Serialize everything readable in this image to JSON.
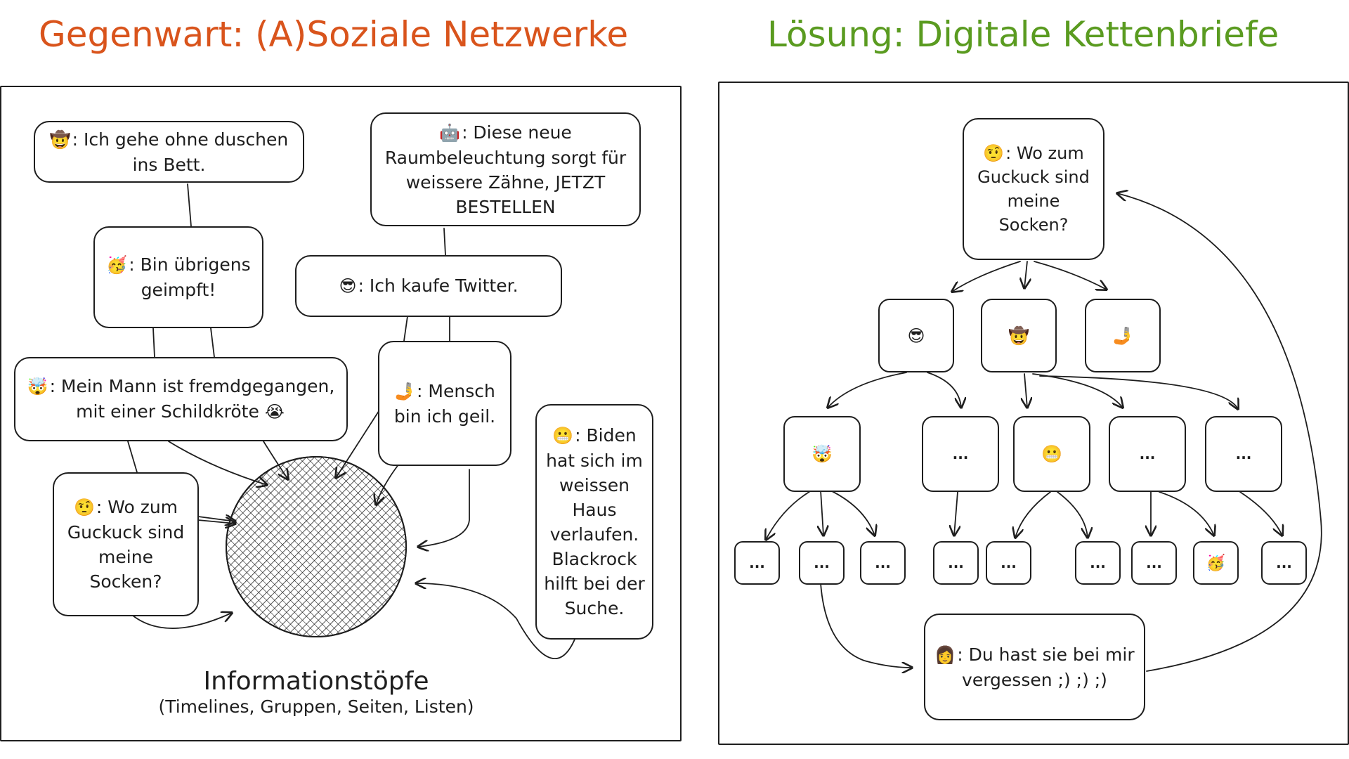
{
  "headings": {
    "left": "Gegenwart: (A)Soziale Netzwerke",
    "right": "Lösung: Digitale Kettenbriefe",
    "left_color": "#d9541c",
    "right_color": "#5a9b20"
  },
  "left_panel": {
    "posts": [
      {
        "id": "cowboy",
        "emoji": "🤠",
        "emoji_name": "cowboy-face-icon",
        "text": ": Ich gehe ohne duschen ins Bett."
      },
      {
        "id": "robot",
        "emoji": "🤖",
        "emoji_name": "robot-face-icon",
        "text": ": Diese neue Raumbeleuchtung sorgt für weissere Zähne, JETZT BESTELLEN"
      },
      {
        "id": "party",
        "emoji": "🥳",
        "emoji_name": "partying-face-icon",
        "text": ": Bin übrigens geimpft!"
      },
      {
        "id": "cool",
        "emoji": "😎",
        "emoji_name": "sunglasses-face-icon",
        "text": ": Ich kaufe Twitter."
      },
      {
        "id": "mindblown",
        "emoji": "🤯",
        "emoji_name": "exploding-head-icon",
        "text": ": Mein Mann ist fremdgegangen, mit einer Schildkröte",
        "trailing_emoji": "😭",
        "trailing_emoji_name": "crying-face-icon"
      },
      {
        "id": "selfie",
        "emoji": "🤳",
        "emoji_name": "selfie-icon",
        "text": ": Mensch bin ich geil."
      },
      {
        "id": "grimace",
        "emoji": "😬",
        "emoji_name": "grimacing-face-icon",
        "text": ": Biden hat sich im weissen Haus verlaufen. Blackrock hilft bei der Suche."
      },
      {
        "id": "raised",
        "emoji": "🤨",
        "emoji_name": "raised-eyebrow-face-icon",
        "text": ": Wo zum Guckuck sind meine Socken?"
      }
    ],
    "pool": {
      "title": "Informationstöpfe",
      "subtitle": "(Timelines, Gruppen, Seiten, Listen)"
    }
  },
  "right_panel": {
    "root": {
      "emoji": "🤨",
      "emoji_name": "raised-eyebrow-face-icon",
      "text": ": Wo zum Guckuck sind meine Socken?"
    },
    "level1": [
      {
        "emoji": "😎",
        "emoji_name": "sunglasses-face-icon"
      },
      {
        "emoji": "🤠",
        "emoji_name": "cowboy-face-icon"
      },
      {
        "emoji": "🤳",
        "emoji_name": "selfie-icon"
      }
    ],
    "level2": [
      {
        "label": "🤯",
        "emoji_name": "exploding-head-icon"
      },
      {
        "label": "...",
        "emoji_name": ""
      },
      {
        "label": "😬",
        "emoji_name": "grimacing-face-icon"
      },
      {
        "label": "...",
        "emoji_name": ""
      },
      {
        "label": "...",
        "emoji_name": ""
      }
    ],
    "level3": [
      "...",
      "...",
      "...",
      "...",
      "...",
      "...",
      "...",
      "🥳",
      "..."
    ],
    "level3_emoji_name": "partying-face-icon",
    "reply": {
      "emoji": "👩",
      "emoji_name": "woman-icon",
      "text": ": Du hast sie bei mir vergessen ;) ;) ;)"
    }
  },
  "colors": {
    "ink": "#1e1e1e",
    "background": "#ffffff"
  }
}
